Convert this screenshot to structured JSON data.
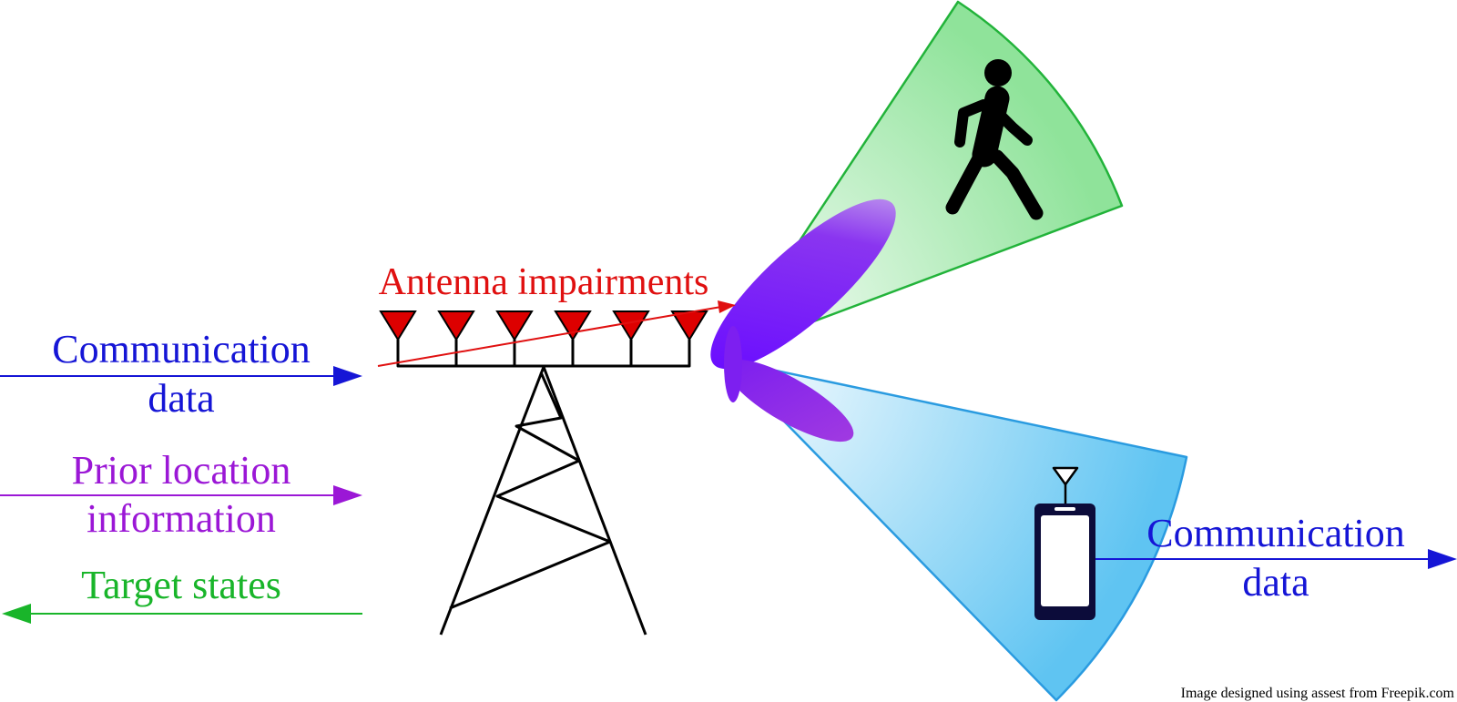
{
  "labels": {
    "antenna_impairments": "Antenna impairments",
    "comm_in_line1": "Communication",
    "comm_in_line2": "data",
    "prior_line1": "Prior location",
    "prior_line2": "information",
    "target_states": "Target states",
    "comm_out_line1": "Communication",
    "comm_out_line2": "data",
    "credit": "Image designed using assest from Freepik.com"
  },
  "colors": {
    "communication": "#1515d6",
    "prior_location": "#9b17d6",
    "target_states": "#19b52a",
    "impairments": "#e01010",
    "antenna": "#dd0000",
    "tower": "#000000",
    "beam": "#7a1df0",
    "sensing_sector": "#8fe39a",
    "comm_sector": "#5fc4f2",
    "phone": "#0c0c3a"
  },
  "icons": {
    "target": "pedestrian-icon",
    "user": "smartphone-icon",
    "base_station": "lattice-tower-icon"
  }
}
